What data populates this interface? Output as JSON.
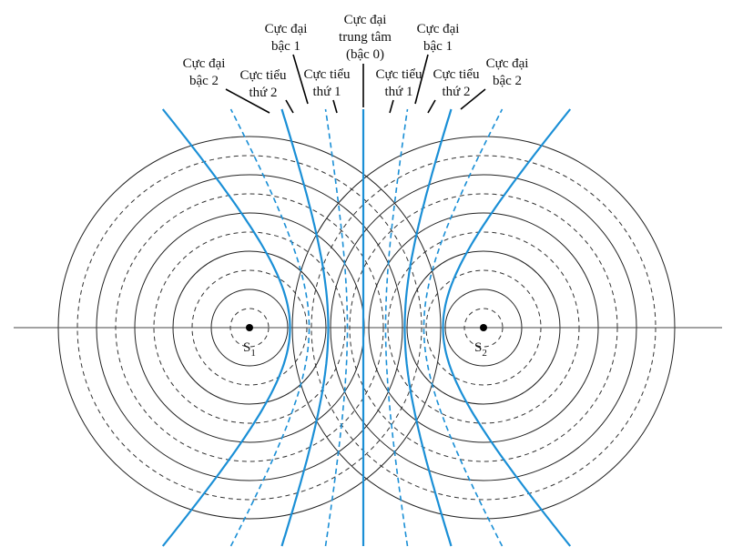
{
  "diagram": {
    "labels": {
      "max2_left": {
        "line1": "Cực đại",
        "line2": "bậc 2"
      },
      "min2_left": {
        "line1": "Cực tiểu",
        "line2": "thứ 2"
      },
      "max1_left": {
        "line1": "Cực đại",
        "line2": "bậc 1"
      },
      "min1_left": {
        "line1": "Cực tiểu",
        "line2": "thứ 1"
      },
      "max0": {
        "line1": "Cực đại",
        "line2": "trung tâm",
        "line3": "(bậc 0)"
      },
      "min1_right": {
        "line1": "Cực tiểu",
        "line2": "thứ 1"
      },
      "max1_right": {
        "line1": "Cực đại",
        "line2": "bậc 1"
      },
      "min2_right": {
        "line1": "Cực tiểu",
        "line2": "thứ 2"
      },
      "max2_right": {
        "line1": "Cực đại",
        "line2": "bậc 2"
      }
    },
    "sources": {
      "s1": {
        "letter": "S",
        "sub": "1"
      },
      "s2": {
        "letter": "S",
        "sub": "2"
      }
    },
    "colors": {
      "crests": "#222222",
      "troughs": "#333333",
      "maxima": "#1a8fd6",
      "minima": "#1a8fd6"
    }
  }
}
